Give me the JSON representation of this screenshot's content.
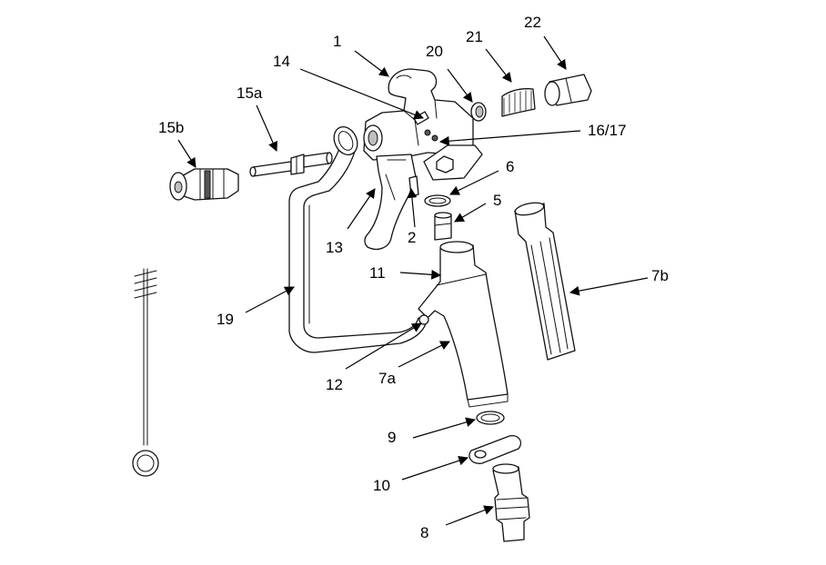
{
  "colors": {
    "line": "#111111",
    "fill": "#ffffff",
    "shade": "#bfbfbf"
  },
  "callouts": [
    {
      "id": "1",
      "label": "1"
    },
    {
      "id": "14",
      "label": "14"
    },
    {
      "id": "15a",
      "label": "15a"
    },
    {
      "id": "15b",
      "label": "15b"
    },
    {
      "id": "20",
      "label": "20"
    },
    {
      "id": "21",
      "label": "21"
    },
    {
      "id": "22",
      "label": "22"
    },
    {
      "id": "16-17",
      "label": "16/17"
    },
    {
      "id": "6",
      "label": "6"
    },
    {
      "id": "5",
      "label": "5"
    },
    {
      "id": "13",
      "label": "13"
    },
    {
      "id": "2",
      "label": "2"
    },
    {
      "id": "11",
      "label": "11"
    },
    {
      "id": "7b",
      "label": "7b"
    },
    {
      "id": "19",
      "label": "19"
    },
    {
      "id": "12",
      "label": "12"
    },
    {
      "id": "7a",
      "label": "7a"
    },
    {
      "id": "9",
      "label": "9"
    },
    {
      "id": "10",
      "label": "10"
    },
    {
      "id": "8",
      "label": "8"
    }
  ]
}
